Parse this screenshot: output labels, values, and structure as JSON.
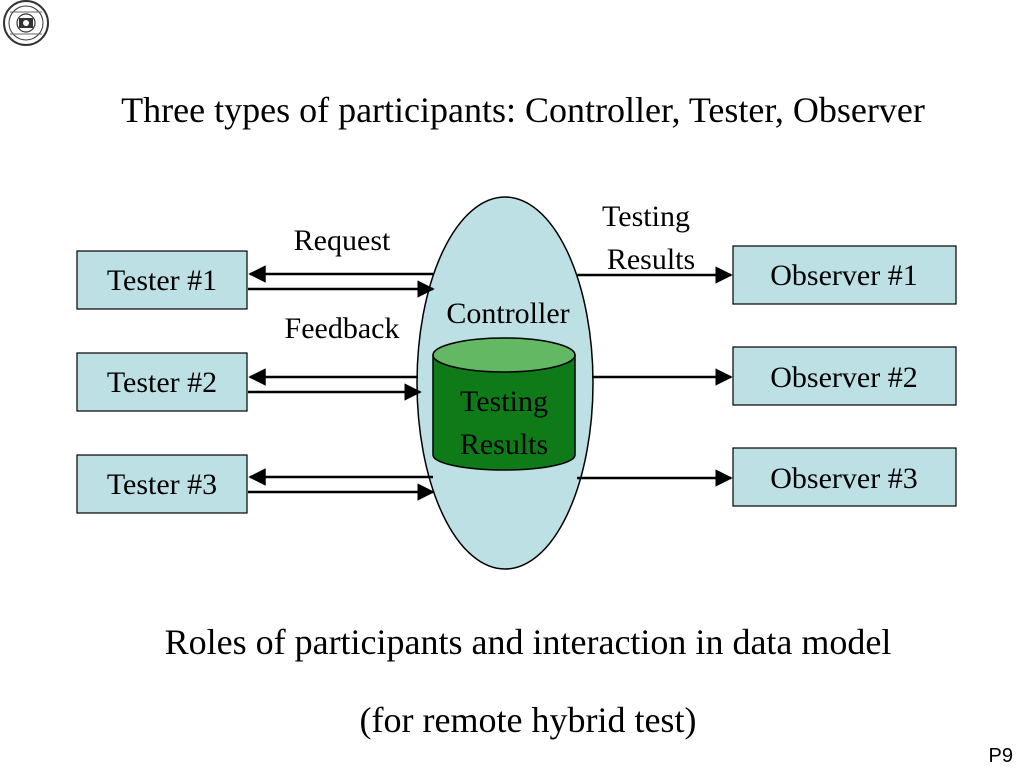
{
  "slide": {
    "title": "Three types of participants: Controller, Tester, Observer",
    "caption_line1": "Roles of participants and interaction in data model",
    "caption_line2": "(for remote hybrid test)",
    "page_number": "P9"
  },
  "logo": {
    "icon": "university-seal-icon"
  },
  "diagram": {
    "controller_label": "Controller",
    "database_line1": "Testing",
    "database_line2": "Results",
    "request_label": "Request",
    "feedback_label": "Feedback",
    "results_label_line1": "Testing",
    "results_label_line2": "Results",
    "testers": [
      {
        "label": "Tester #1"
      },
      {
        "label": "Tester #2"
      },
      {
        "label": "Tester #3"
      }
    ],
    "observers": [
      {
        "label": "Observer #1"
      },
      {
        "label": "Observer #2"
      },
      {
        "label": "Observer #3"
      }
    ]
  },
  "colors": {
    "box_fill": "#bde0e5",
    "ellipse_fill": "#bde0e5",
    "database_body": "#0e7a18",
    "database_top": "#63b863",
    "stroke": "#000000"
  }
}
